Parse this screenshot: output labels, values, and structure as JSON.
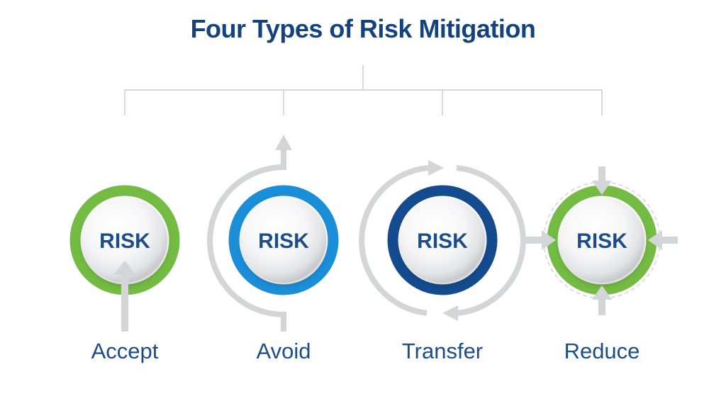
{
  "title": "Four Types of Risk Mitigation",
  "colors": {
    "title": "#13427d",
    "text": "#1b4d8a",
    "green": "#73bb43",
    "light_blue": "#1b8ed8",
    "dark_blue": "#134b8e",
    "connector": "#d6d7da",
    "arrow": "#d4d5d8"
  },
  "center_text": "RISK",
  "types": [
    {
      "label": "Accept",
      "ring": "green",
      "icon": "arrow-up-into-circle"
    },
    {
      "label": "Avoid",
      "ring": "light-blue",
      "icon": "arrow-around-circle"
    },
    {
      "label": "Transfer",
      "ring": "dark-blue",
      "icon": "cycle-arrows"
    },
    {
      "label": "Reduce",
      "ring": "green",
      "icon": "four-inward-arrows"
    }
  ]
}
